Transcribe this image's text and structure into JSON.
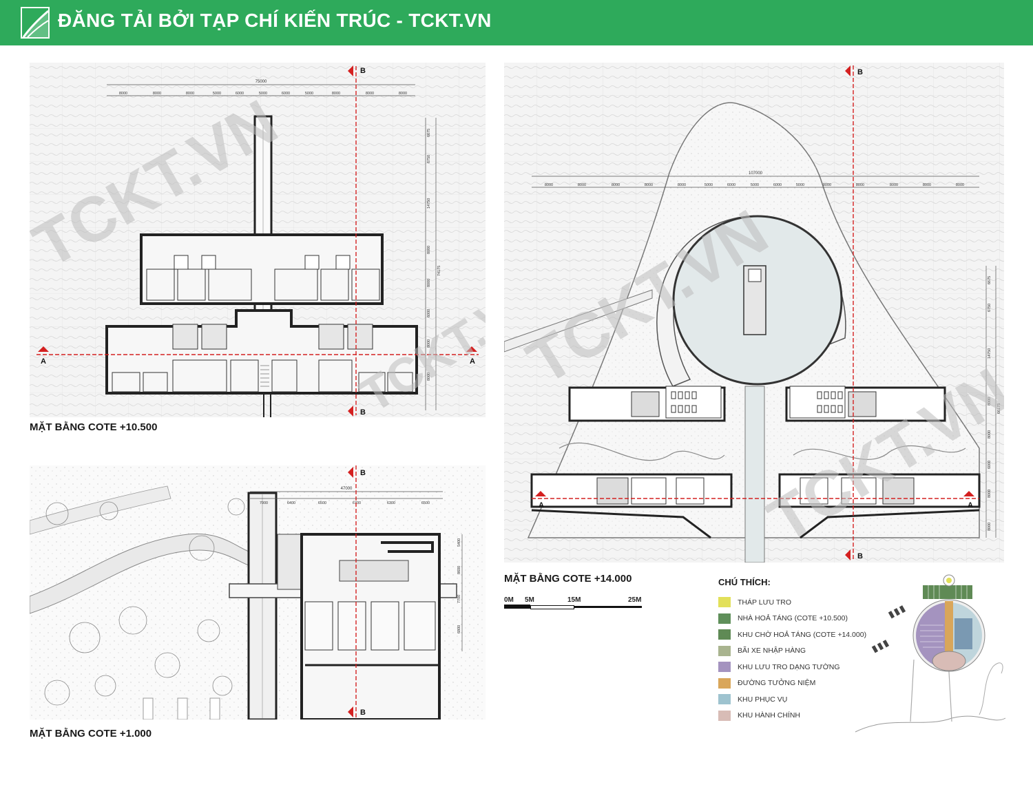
{
  "header": {
    "title": "ĐĂNG TẢI BỞI TẠP CHÍ KIẾN TRÚC - TCKT.VN"
  },
  "watermark": "TCKT.VN",
  "plans": {
    "cote_10500": {
      "caption": "MẶT BẰNG COTE  +10.500",
      "section_a": "A",
      "section_b": "B",
      "overall_dimension": "75000",
      "dimensions": [
        "8000",
        "8000",
        "8000",
        "5000",
        "6000",
        "5000",
        "6000",
        "5000",
        "8000",
        "8000",
        "8000"
      ],
      "vertical_dimensions": [
        "6675",
        "6750",
        "14750",
        "8000",
        "8000",
        "6000",
        "8000",
        "8000"
      ],
      "vertical_total": "74175"
    },
    "cote_1000": {
      "caption": "MẶT BẰNG COTE  +1.000",
      "section_b": "B",
      "overall_dimension": "47000",
      "dimensions": [
        "7000",
        "6400",
        "6500",
        "6700",
        "6300",
        "6500"
      ],
      "vertical_dimensions": [
        "5400",
        "8600",
        "7700",
        "6800"
      ]
    },
    "cote_14000": {
      "caption": "MẶT BẰNG COTE  +14.000",
      "section_a": "A",
      "section_b": "B",
      "overall_dimension": "107000",
      "dimensions": [
        "8000",
        "8000",
        "8000",
        "8000",
        "8000",
        "5000",
        "6000",
        "5000",
        "6000",
        "5000",
        "8000",
        "8000",
        "8000",
        "8000",
        "8000"
      ],
      "vertical_dimensions": [
        "6675",
        "6750",
        "14750",
        "8000",
        "8000",
        "6000",
        "8000",
        "8000"
      ],
      "vertical_total": "66175"
    }
  },
  "scale_bar": {
    "labels": [
      "0M",
      "5M",
      "15M",
      "25M"
    ]
  },
  "legend": {
    "title": "CHÚ THÍCH:",
    "items": [
      {
        "label": "THÁP LƯU TRO",
        "color": "#e2e05a"
      },
      {
        "label": "NHÀ HOẢ TÁNG (COTE +10.500)",
        "color": "#5f8f5a"
      },
      {
        "label": "KHU CHỜ HOẢ TÁNG (COTE +14.000)",
        "color": "#5f8a55"
      },
      {
        "label": "BÃI XE NHẬP HÀNG",
        "color": "#a9b48f"
      },
      {
        "label": "KHU LƯU TRO DẠNG TƯỜNG",
        "color": "#a493bf"
      },
      {
        "label": "ĐƯỜNG TƯỞNG NIỆM",
        "color": "#d9a65a"
      },
      {
        "label": "KHU PHỤC VỤ",
        "color": "#9ec3cf"
      },
      {
        "label": "KHU HÀNH CHÍNH",
        "color": "#d8bcb6"
      }
    ]
  }
}
